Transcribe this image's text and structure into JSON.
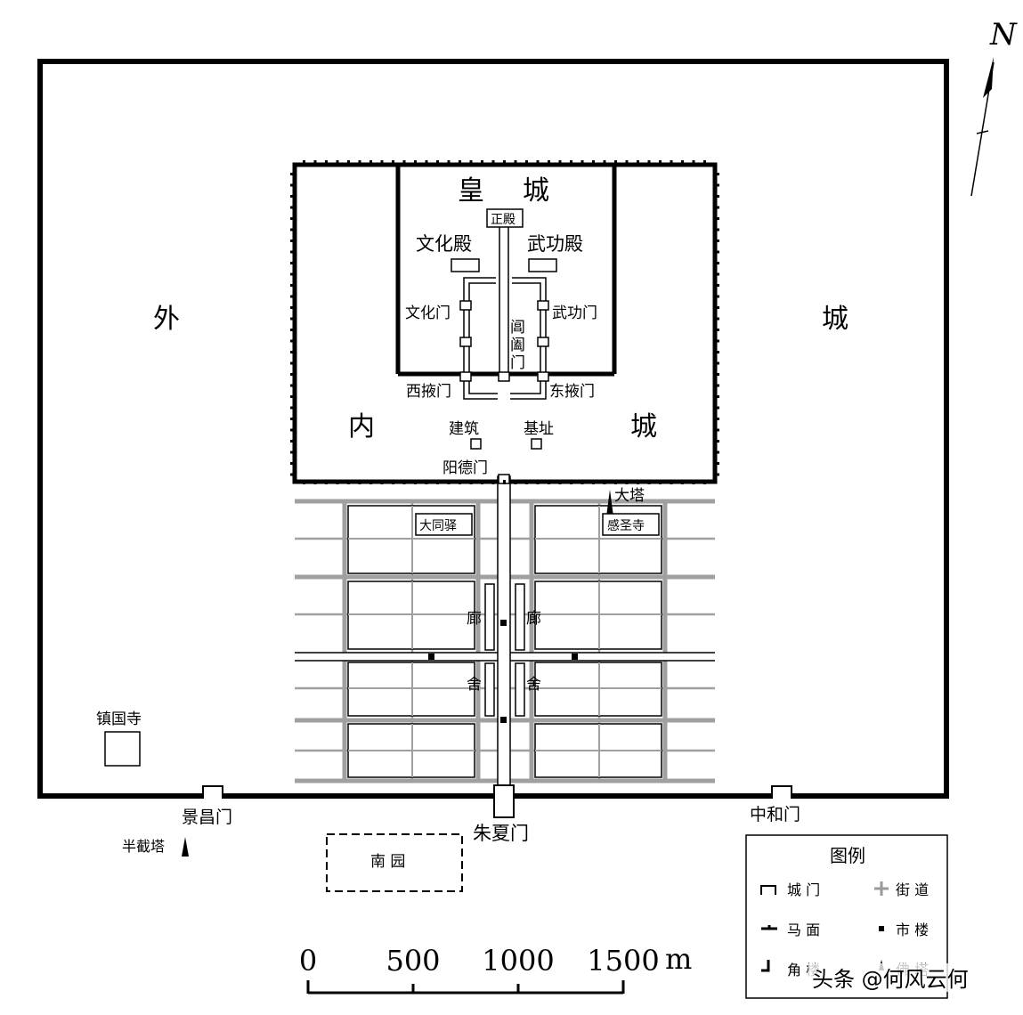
{
  "north": "N",
  "outer": {
    "left": "外",
    "right": "城"
  },
  "inner": {
    "left": "内",
    "right": "城"
  },
  "imperial": {
    "a": "皇",
    "b": "城"
  },
  "halls": {
    "main": "正殿",
    "wenhua_hall": "文化殿",
    "wugong_hall": "武功殿",
    "wenhua_gate": "文化门",
    "wugong_gate": "武功门",
    "changhe": [
      "阊",
      "阖",
      "门"
    ],
    "xiye_gate": "西掖门",
    "dongye_gate": "东掖门"
  },
  "jianzhu": "建筑",
  "jizhi": "基址",
  "yangde_gate": "阳德门",
  "datong": "大同驿",
  "data": "大塔",
  "gansheng": "感圣寺",
  "lang": "廊",
  "she": "舍",
  "zhenguo": "镇国寺",
  "gates": {
    "jingchang": "景昌门",
    "zhuxia": "朱夏门",
    "zhonghe": "中和门"
  },
  "banjieta": "半截塔",
  "nanyuan": "南 园",
  "scale": {
    "ticks": [
      "0",
      "500",
      "1000",
      "1500"
    ],
    "unit": "m"
  },
  "legend": {
    "title": "图例",
    "gate": "城 门",
    "street": "街 道",
    "mamian": "马 面",
    "market": "市 楼",
    "corner": "角 楼",
    "pagoda": "佛 塔"
  },
  "watermark": "头条 @何风云何"
}
